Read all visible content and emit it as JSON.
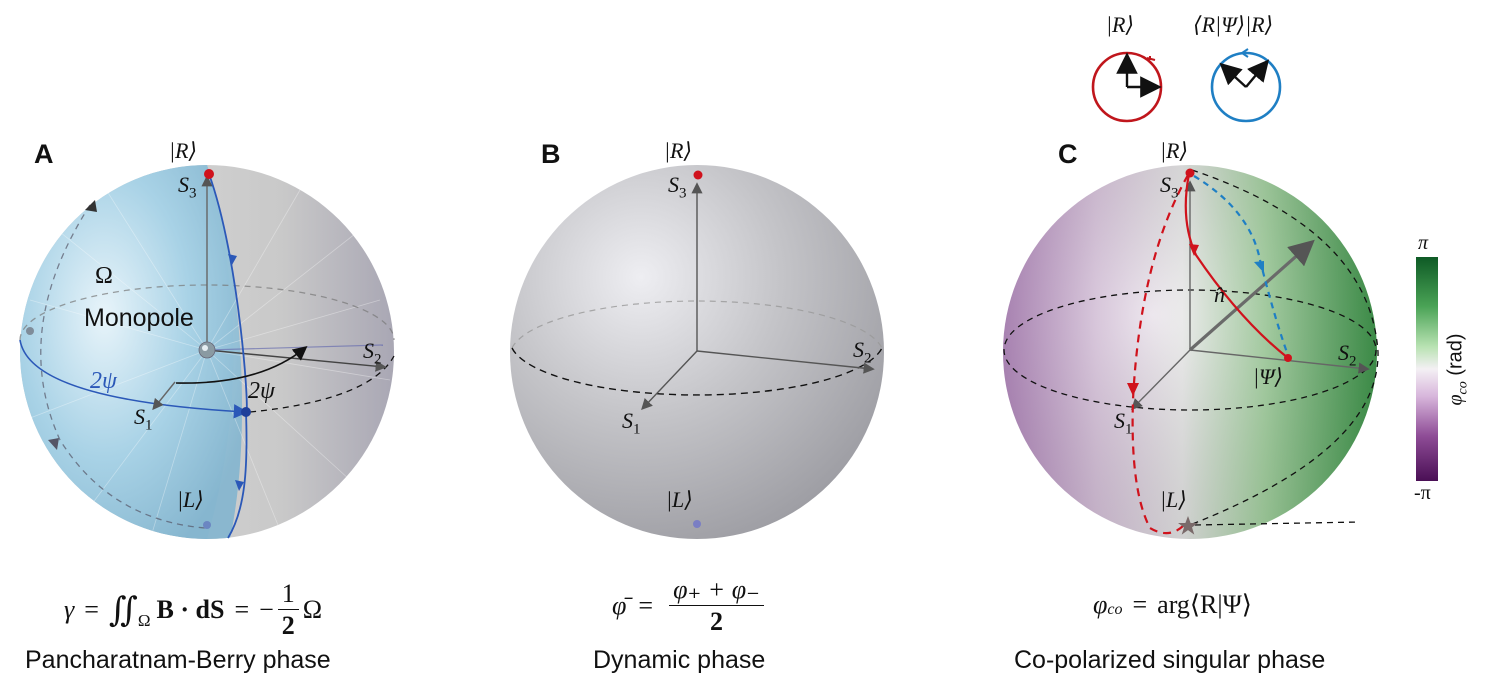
{
  "figure": {
    "panels": [
      {
        "letter": "A",
        "title": "Pancharatnam-Berry phase",
        "formula": {
          "lhs": "γ",
          "eq1": "=",
          "integral": "∬",
          "domain": "Ω",
          "body": "B · dS",
          "eq2": "=",
          "sign": "−",
          "num": "1",
          "den": "2",
          "rhs": "Ω"
        },
        "labels": {
          "top_state": "|R⟩",
          "bottom_state": "|L⟩",
          "s1": "S",
          "s1_sub": "1",
          "s2": "S",
          "s2_sub": "2",
          "s3": "S",
          "s3_sub": "3",
          "solid_angle": "Ω",
          "monopole": "Monopole",
          "angle_blue": "2ψ",
          "angle_black": "2ψ"
        },
        "sphere_color": "#a9d3e8"
      },
      {
        "letter": "B",
        "title": "Dynamic phase",
        "formula": {
          "lhs": "φ̄",
          "eq": "=",
          "num": "φ₊ + φ₋",
          "den": "2"
        },
        "labels": {
          "top_state": "|R⟩",
          "bottom_state": "|L⟩",
          "s1": "S",
          "s1_sub": "1",
          "s2": "S",
          "s2_sub": "2",
          "s3": "S",
          "s3_sub": "3"
        },
        "sphere_color": "#bdbdc2"
      },
      {
        "letter": "C",
        "title": "Co-polarized singular phase",
        "formula": {
          "lhs": "φ",
          "lhs_sub": "co",
          "eq": "=",
          "rhs": "arg⟨R|Ψ⟩"
        },
        "labels": {
          "top_state": "|R⟩",
          "bottom_state": "|L⟩",
          "psi_state": "|Ψ⟩",
          "axis_n": "n̂",
          "s1": "S",
          "s1_sub": "1",
          "s2": "S",
          "s2_sub": "2",
          "s3": "S",
          "s3_sub": "3"
        },
        "inset": {
          "left_label": "|R⟩",
          "right_label": "⟨R|Ψ⟩|R⟩",
          "left_color": "#c0161c",
          "right_color": "#1f7fc4"
        }
      }
    ],
    "colorbar": {
      "label": "φ",
      "label_sub": "co",
      "label_unit": "(rad)",
      "max_tick": "π",
      "min_tick": "-π",
      "colors": [
        "#0e5a25",
        "#4aa356",
        "#b8e2b2",
        "#f4f0f4",
        "#d8b7dc",
        "#8e4c96",
        "#4a0f55"
      ]
    },
    "colors": {
      "red_path": "#d0121c",
      "blue_path": "#1f7fc4",
      "blue_path_A": "#2b58b8",
      "red_dot": "#d0121c",
      "axis_gray": "#555555"
    }
  }
}
